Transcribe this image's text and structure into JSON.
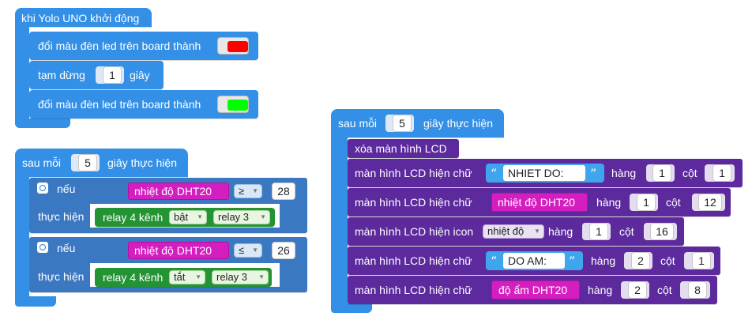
{
  "colors": {
    "blue": "#3390e6",
    "purple": "#5c2a9d",
    "pink": "#d41ec0",
    "green": "#249334",
    "red": "#ff0000",
    "lime": "#00ff00"
  },
  "start_stack": {
    "hat_label": "khi Yolo UNO khởi động",
    "led_label_1": "đổi màu đèn led trên board thành",
    "led_color_1": "red",
    "pause_label": "tạm dừng",
    "pause_value": "1",
    "pause_unit": "giây",
    "led_label_2": "đổi màu đèn led trên board thành",
    "led_color_2": "lime"
  },
  "left_stack": {
    "every_prefix": "sau mỗi",
    "every_value": "5",
    "every_suffix": "giây thực hiện",
    "if1": {
      "if_label": "nếu",
      "sensor": "nhiệt độ DHT20",
      "op": "≥",
      "value": "28",
      "do_label": "thực hiện",
      "relay_label": "relay 4 kênh",
      "state": "bật",
      "relay": "relay 3"
    },
    "if2": {
      "if_label": "nếu",
      "sensor": "nhiệt độ DHT20",
      "op": "≤",
      "value": "26",
      "do_label": "thực hiện",
      "relay_label": "relay 4 kênh",
      "state": "tắt",
      "relay": "relay 3"
    }
  },
  "right_stack": {
    "every_prefix": "sau mỗi",
    "every_value": "5",
    "every_suffix": "giây thực hiện",
    "clear_label": "xóa màn hình LCD",
    "rows": [
      {
        "label": "màn hình LCD hiện chữ",
        "kind": "text",
        "value": "NHIET DO:",
        "row_label": "hàng",
        "row": "1",
        "col_label": "cột",
        "col": "1"
      },
      {
        "label": "màn hình LCD hiện chữ",
        "kind": "sensor",
        "value": "nhiệt độ DHT20",
        "row_label": "hàng",
        "row": "1",
        "col_label": "cột",
        "col": "12"
      },
      {
        "label": "màn hình LCD hiện icon",
        "kind": "dropdown",
        "value": "nhiệt độ",
        "row_label": "hàng",
        "row": "1",
        "col_label": "cột",
        "col": "16"
      },
      {
        "label": "màn hình LCD hiện chữ",
        "kind": "text",
        "value": "DO AM:",
        "row_label": "hàng",
        "row": "2",
        "col_label": "cột",
        "col": "1"
      },
      {
        "label": "màn hình LCD hiện chữ",
        "kind": "sensor",
        "value": "độ ẩm DHT20",
        "row_label": "hàng",
        "row": "2",
        "col_label": "cột",
        "col": "8"
      }
    ]
  }
}
